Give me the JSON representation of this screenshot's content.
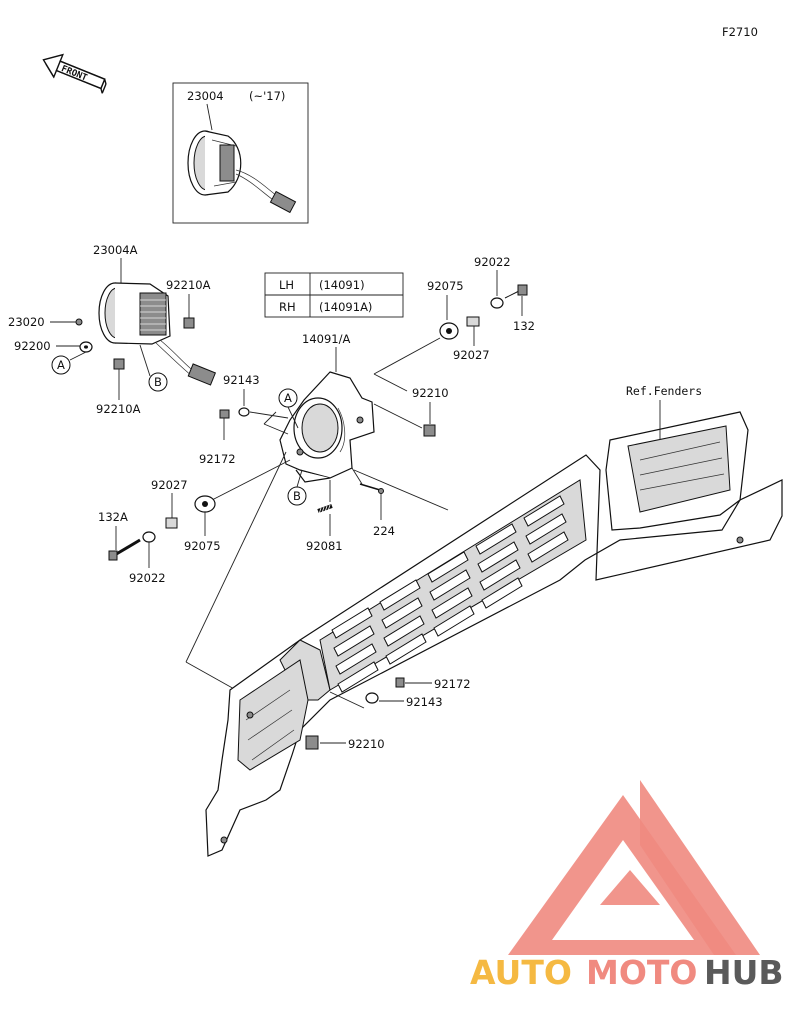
{
  "figure_code": "F2710",
  "front_label": "FRONT",
  "inset": {
    "part": "23004",
    "note": "(~'17)"
  },
  "table": {
    "rows": [
      {
        "side": "LH",
        "code": "(14091)"
      },
      {
        "side": "RH",
        "code": "(14091A)"
      }
    ]
  },
  "ref_label": "Ref.Fenders",
  "callouts": {
    "p23004a": "23004A",
    "p92210a_top": "92210A",
    "p23020": "23020",
    "p92200": "92200",
    "p92210a_bottom": "92210A",
    "p92143_left": "92143",
    "p92172_left": "92172",
    "p14091": "14091/A",
    "p92022_top": "92022",
    "p92075_top": "92075",
    "p92027_top": "92027",
    "p132": "132",
    "p92210_mid": "92210",
    "p92027_left": "92027",
    "p132a": "132A",
    "p92075_left": "92075",
    "p92022_left": "92022",
    "p92081": "92081",
    "p224": "224",
    "p92172_right": "92172",
    "p92143_right": "92143",
    "p92210_bottom": "92210"
  },
  "markers": {
    "a": "A",
    "b": "B"
  },
  "watermark": {
    "auto": "AUTO",
    "moto": "MOTO",
    "hub": "HUB"
  },
  "colors": {
    "watermark_red": "#f08a80",
    "watermark_orange": "#f5b942",
    "watermark_gray": "#5a5a5a"
  }
}
